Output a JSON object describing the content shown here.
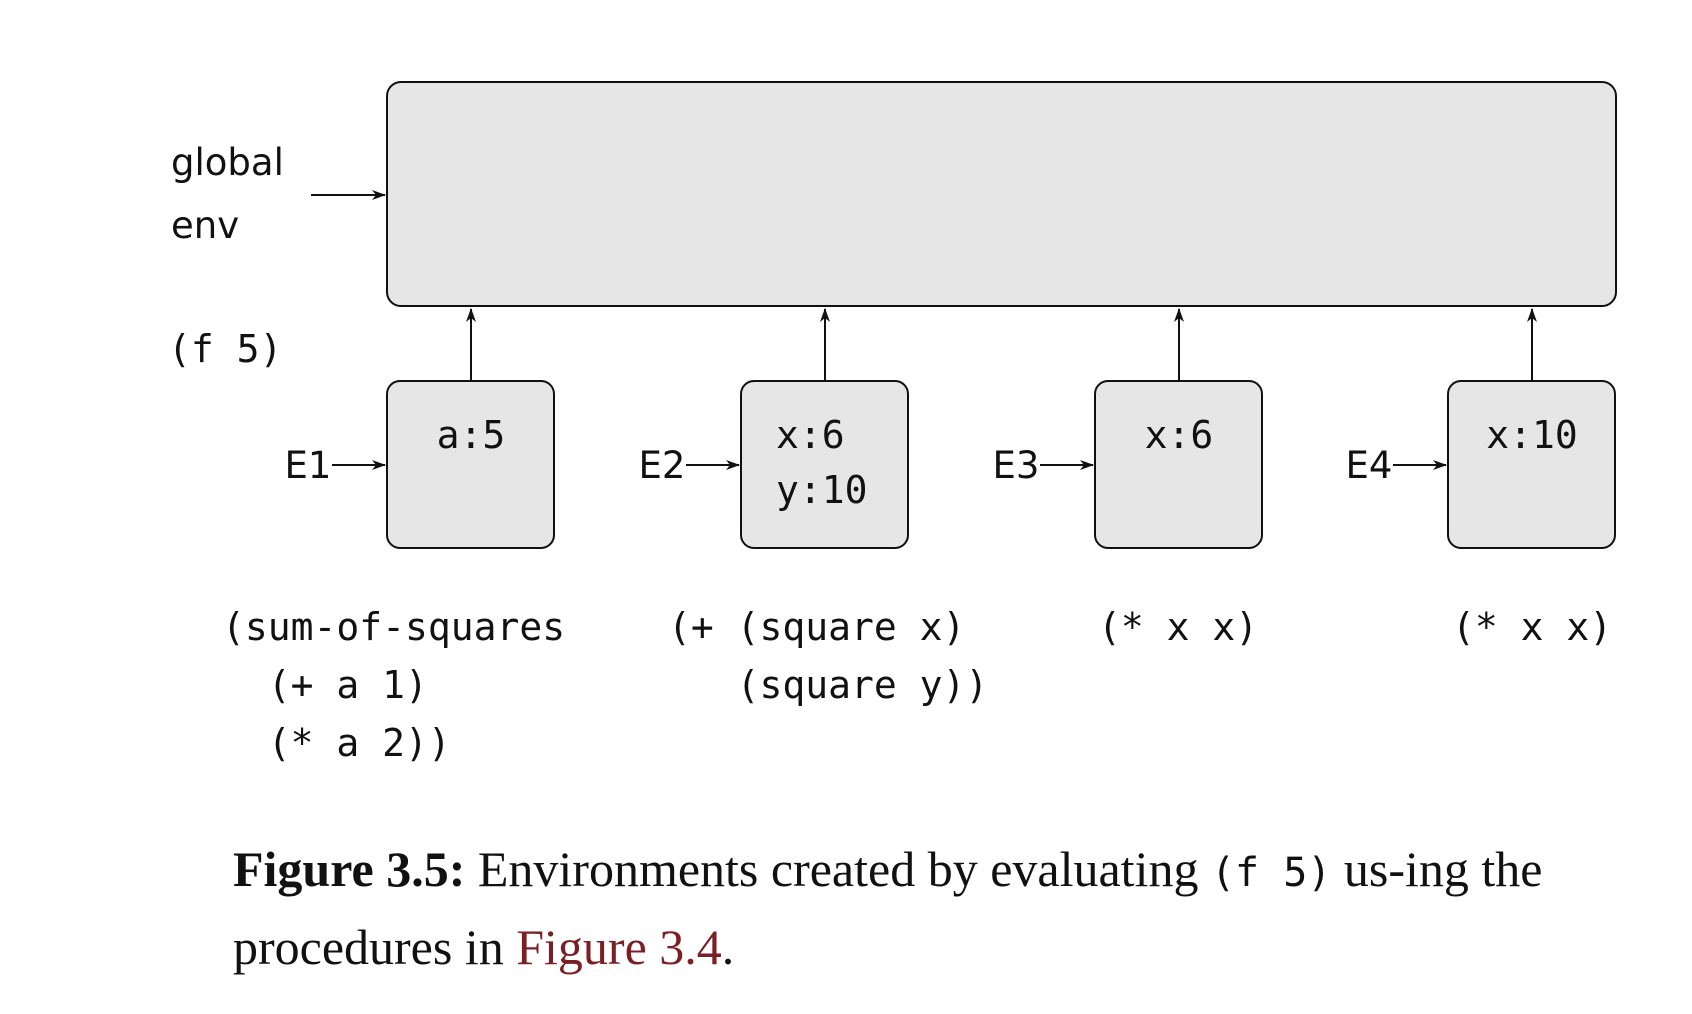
{
  "global_label": [
    "global",
    "env"
  ],
  "call_label": "(f 5)",
  "environments": [
    {
      "name": "E1",
      "bindings": [
        "a:5"
      ],
      "body": [
        "(sum-of-squares",
        "  (+ a 1)",
        "  (* a 2))"
      ]
    },
    {
      "name": "E2",
      "bindings": [
        "x:6",
        "y:10"
      ],
      "body": [
        "(+ (square x)",
        "   (square y))"
      ]
    },
    {
      "name": "E3",
      "bindings": [
        "x:6"
      ],
      "body": [
        "(* x x)"
      ]
    },
    {
      "name": "E4",
      "bindings": [
        "x:10"
      ],
      "body": [
        "(* x x)"
      ]
    }
  ],
  "caption": {
    "label": "Figure 3.5:",
    "text1": " Environments created by evaluating ",
    "code": "(f 5)",
    "text2": " us-ing the procedures in ",
    "link": "Figure 3.4",
    "end": "."
  },
  "colors": {
    "box_fill": "#e6e6e6",
    "link": "#7a1f24"
  }
}
